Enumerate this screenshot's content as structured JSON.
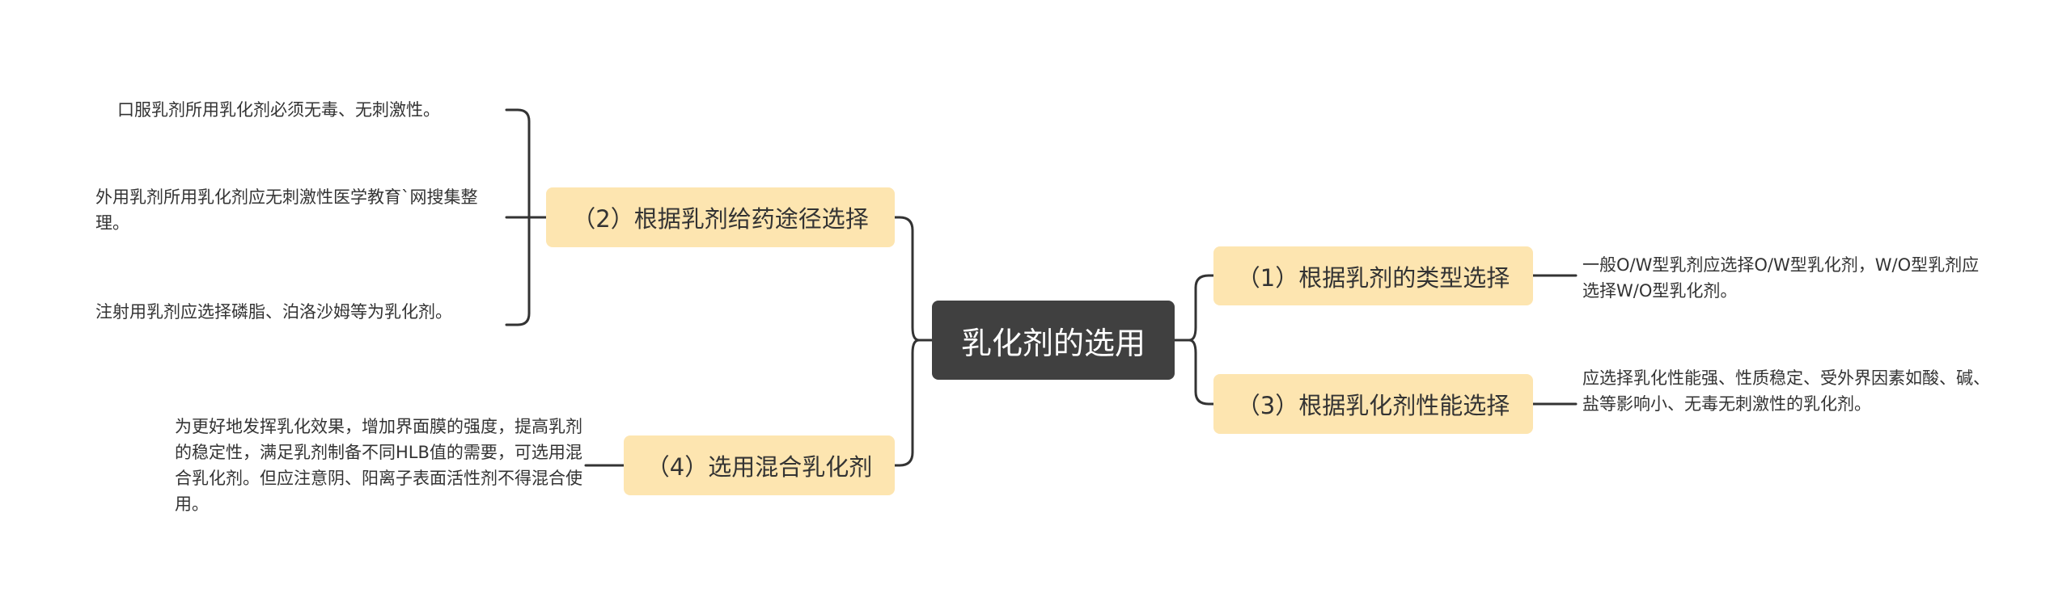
{
  "root": {
    "label": "乳化剂的选用"
  },
  "branches": {
    "b1": {
      "label": "（1）根据乳剂的类型选择"
    },
    "b2": {
      "label": "（2）根据乳剂给药途径选择"
    },
    "b3": {
      "label": "（3）根据乳化剂性能选择"
    },
    "b4": {
      "label": "（4）选用混合乳化剂"
    }
  },
  "leaves": {
    "b1_l1": "一般O/W型乳剂应选择O/W型乳化剂，W/O型乳剂应选择W/O型乳化剂。",
    "b2_l1": "口服乳剂所用乳化剂必须无毒、无刺激性。",
    "b2_l2": "外用乳剂所用乳化剂应无刺激性医学教育`网搜集整理。",
    "b2_l3": "注射用乳剂应选择磷脂、泊洛沙姆等为乳化剂。",
    "b3_l1": "应选择乳化性能强、性质稳定、受外界因素如酸、碱、盐等影响小、无毒无刺激性的乳化剂。",
    "b4_l1": "为更好地发挥乳化效果，增加界面膜的强度，提高乳剂的稳定性，满足乳剂制备不同HLB值的需要，可选用混合乳化剂。但应注意阴、阳离子表面活性剂不得混合使用。"
  },
  "colors": {
    "root_bg": "#404040",
    "branch_bg": "#fde5b0",
    "line": "#333333"
  }
}
